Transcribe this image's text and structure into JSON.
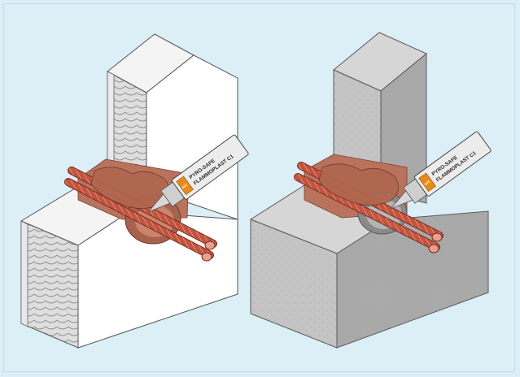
{
  "scenes": [
    {
      "name": "drywall-partition",
      "tube_lines": [
        "PYRO-SAFE",
        "FLAMMOPLAST C1"
      ],
      "logo": "svt"
    },
    {
      "name": "concrete-wall",
      "tube_lines": [
        "PYRO-SAFE",
        "FLAMMOPLAST C1"
      ],
      "logo": "svt"
    }
  ],
  "colors": {
    "background": "#dceef6",
    "wall_white": "#ffffff",
    "board_side": "#e4e4e4",
    "insulation": "#d9d9d9",
    "concrete_front": "#c4c4c4",
    "concrete_side": "#a9a9a9",
    "concrete_top": "#d6d6d6",
    "cable": "#c2543f",
    "sealant": "#b9735d",
    "tube_body": "#ececec",
    "logo": "#e88a1a"
  }
}
